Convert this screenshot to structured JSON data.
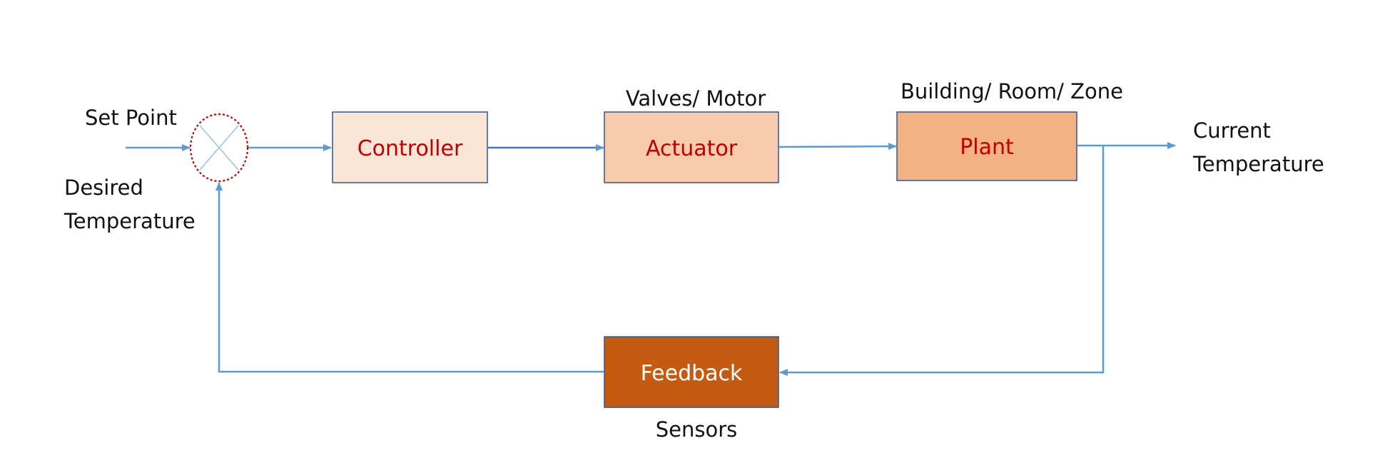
{
  "diagram": {
    "input_labels": {
      "set_point": "Set Point",
      "desired_line1": "Desired",
      "desired_line2": "Temperature"
    },
    "output_labels": {
      "current_line1": "Current",
      "current_line2": "Temperature"
    },
    "blocks": {
      "controller": {
        "label": "Controller"
      },
      "actuator": {
        "label": "Actuator",
        "caption": "Valves/ Motor"
      },
      "plant": {
        "label": "Plant",
        "caption": "Building/ Room/ Zone"
      },
      "feedback": {
        "label": "Feedback",
        "caption": "Sensors"
      }
    },
    "colors": {
      "controller_fill": "#FBE5D6",
      "actuator_fill": "#F8CBAD",
      "plant_fill": "#F4B183",
      "feedback_fill": "#C55A11",
      "block_border": "#2F5597",
      "block_text_red": "#C00000",
      "feedback_text": "#FFFFFF",
      "arrow": "#5B9BD5",
      "summing_junction_border": "#C00000"
    }
  }
}
